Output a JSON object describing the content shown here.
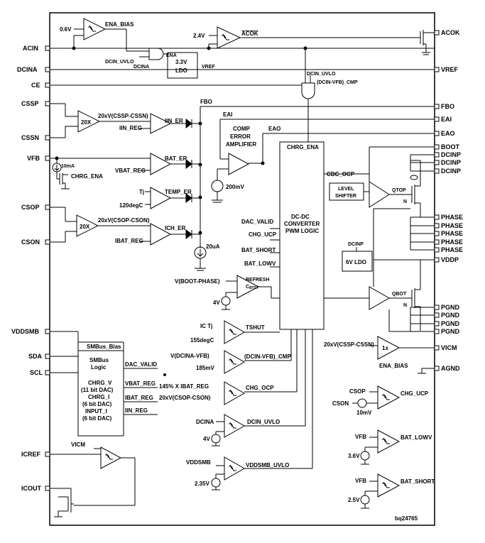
{
  "pins_left": {
    "acin": "ACIN",
    "dcina": "DCINA",
    "ce": "CE",
    "cssp": "CSSP",
    "cssn": "CSSN",
    "vfb": "VFB",
    "csop": "CSOP",
    "cson": "CSON",
    "vddsmb": "VDDSMB",
    "sda": "SDA",
    "scl": "SCL",
    "icref": "ICREF",
    "icout": "ICOUT"
  },
  "pins_right": {
    "acok": "ACOK",
    "vref": "VREF",
    "fbo": "FBO",
    "eai": "EAI",
    "eao": "EAO",
    "boot": "BOOT",
    "dcinp": "DCINP",
    "phase": "PHASE",
    "vddp": "VDDP",
    "pgnd": "PGND",
    "vicm": "VICM",
    "agnd": "AGND"
  },
  "labels": {
    "v06": "0.6V",
    "ena_bias": "ENA_BIAS",
    "v24": "2.4V",
    "acok_bar": "ACOK",
    "ena": "ENA",
    "dcin_uvlo": "DCIN_UVLO",
    "dcina_small": "DCINA",
    "ldo33_line1": "3.3V",
    "ldo33_line2": "LDO",
    "vref_int": "VREF",
    "dcin_uvlo2": "DCIN_UVLO",
    "dcin_vfb_cmp": "(DCIN-VFB)_CMP",
    "fbo_int": "FBO",
    "eai_int": "EAI",
    "eao_int": "EAO",
    "gain20x_a": "20X",
    "cssp_cssn": "20xV(CSSP-CSSN)",
    "iin_er": "IIN_ER",
    "iin_reg": "IIN_REG",
    "comp_line1": "COMP",
    "comp_line2": "ERROR",
    "comp_line3": "AMPLIFIER",
    "chrg_ena_block": "CHRG_ENA",
    "ma10": "10mA",
    "chrg_ena_sw": "CHRG_ENA",
    "bat_er": "BAT_ER",
    "vbat_reg": "VBAT_REG",
    "mv200": "200mV",
    "tj": "Tj",
    "temp_er": "TEMP_ER",
    "degc120": "120degC",
    "gain20x_b": "20X",
    "csop_cson": "20xV(CSOP-CSON)",
    "ich_er": "ICH_ER",
    "ibat_reg": "IBAT_REG",
    "ua20": "20uA",
    "cbc_ocp": "CBC_OCP",
    "level1": "LEVEL",
    "level2": "SHIFTER",
    "qtop": "QTOP",
    "n_top": "N",
    "dac_valid": "DAC_VALID",
    "chg_ucp": "CHG_UCP",
    "bat_short": "BAT_SHORT",
    "bat_lowv": "BAT_LOWV",
    "pwm1": "DC-DC",
    "pwm2": "CONVERTER",
    "pwm3": "PWM LOGIC",
    "dcinp_small": "DCINP",
    "ldo6v": "6V LDO",
    "v_boot_phase": "V(BOOT-PHASE)",
    "refresh1": "REFRESH",
    "refresh2": "C",
    "refresh_sub": "BTST",
    "v4_a": "4V",
    "qbot": "QBOT",
    "n_bot": "N",
    "ic_tj": "IC Tj",
    "tshut": "TSHUT",
    "degc155": "155degC",
    "v_dcina_vfb": "V(DCINA-VFB)",
    "dcin_vfb_cmp2": "(DCIN-VFB)_CMP",
    "mv185": "185mV",
    "pct145": "145% X IBAT_REG",
    "chg_ocp": "CHG_OCP",
    "csop_cson2": "20xV(CSOP-CSON)",
    "vicm_src": "20xV(CSSP-CSSN)",
    "gain1x": "1x",
    "ena_bias2": "ENA_BIAS",
    "smbus_bias": "SMBus_Bias",
    "smbus1": "SMBus",
    "smbus2": "Logic",
    "chrg_v": "CHRG_V",
    "bit11": "(11 bit DAC)",
    "chrg_i": "CHRG_I",
    "bit6a": "(6 bit DAC)",
    "input_i": "INPUT_I",
    "bit6b": "(6 bit DAC)",
    "o_dac_valid": "DAC_VALID",
    "o_vbat_reg": "VBAT_REG",
    "o_ibat_reg": "IBAT_REG",
    "o_iin_reg": "IIN_REG",
    "dcina_cmp": "DCINA",
    "dcin_uvlo3": "DCIN_UVLO",
    "v4_b": "4V",
    "vddsmb_cmp": "VDDSMB",
    "vddsmb_uvlo": "VDDSMB_UVLO",
    "v235": "2.35V",
    "vicm_cmp": "VICM",
    "csop_cmp": "CSOP",
    "cson_cmp": "CSON",
    "chg_ucp2": "CHG_UCP",
    "mv10": "10mV",
    "vfb_a": "VFB",
    "bat_lowv2": "BAT_LOWV",
    "v36": "3.6V",
    "vfb_b": "VFB",
    "bat_short2": "BAT_SHORT",
    "v25": "2.5V",
    "part": "bq24765"
  }
}
